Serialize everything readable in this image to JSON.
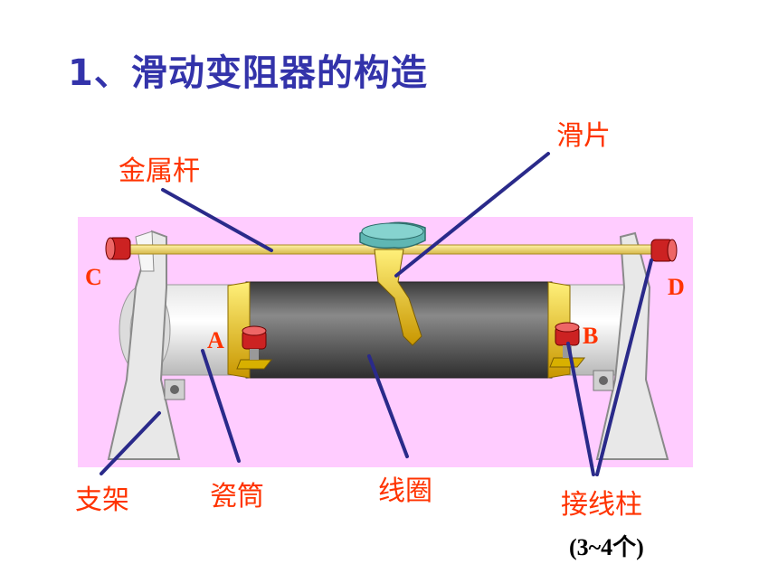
{
  "title": "1、滑动变阻器的构造",
  "labels": {
    "rod": "金属杆",
    "slider": "滑片",
    "stand": "支架",
    "tube": "瓷筒",
    "coil": "线圈",
    "terminal": "接线柱",
    "terminal_note": "(3~4个)"
  },
  "points": {
    "a": "A",
    "b": "B",
    "c": "C",
    "d": "D"
  },
  "colors": {
    "title": "#3333aa",
    "label": "#ff3300",
    "leader": "#2a2a8a",
    "panel": "#ffccff",
    "coil": "#555555",
    "brass": "#e0b400",
    "slider": "#5fb6b3"
  }
}
